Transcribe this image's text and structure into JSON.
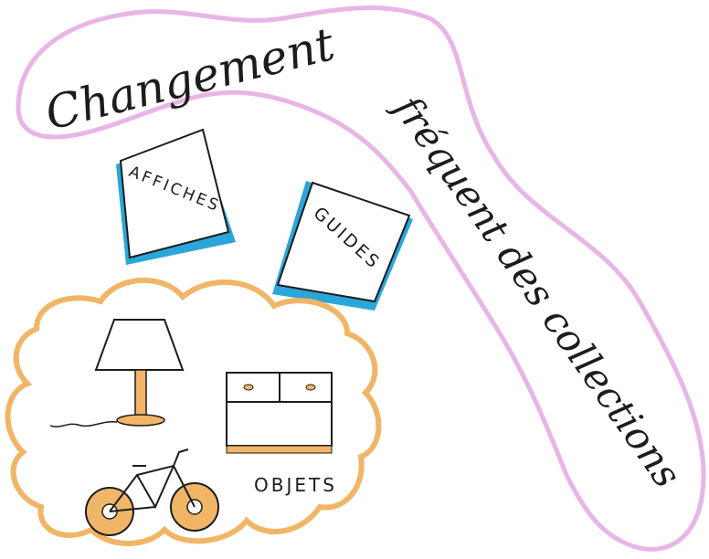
{
  "title_line_1": "Changement",
  "title_line_2": "fréquent des collections",
  "card_affiches": "AFFICHES",
  "card_guides": "GUIDES",
  "objects_label": "OBJETS",
  "colors": {
    "ribbon": "#e8b5e6",
    "card_edge": "#2aa6d9",
    "cloud": "#f1b567",
    "ink": "#1c1c1c",
    "lamp_fill": "#f1b567",
    "paper": "#ffffff"
  },
  "icons": [
    "lamp-icon",
    "dresser-icon",
    "bicycle-icon"
  ]
}
